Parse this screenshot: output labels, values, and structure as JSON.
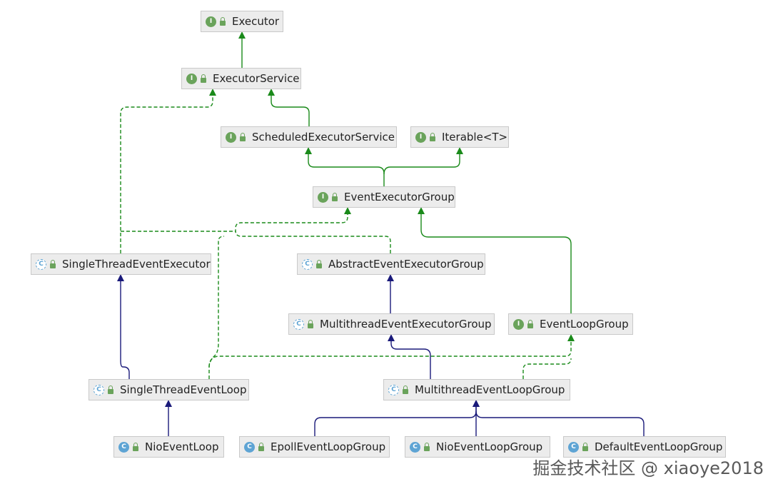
{
  "nodes": {
    "executor": {
      "label": "Executor",
      "kind": "interface"
    },
    "executor_service": {
      "label": "ExecutorService",
      "kind": "interface"
    },
    "scheduled_executor_service": {
      "label": "ScheduledExecutorService",
      "kind": "interface"
    },
    "iterable": {
      "label": "Iterable<T>",
      "kind": "interface"
    },
    "event_executor_group": {
      "label": "EventExecutorGroup",
      "kind": "interface"
    },
    "single_thread_event_executor": {
      "label": "SingleThreadEventExecutor",
      "kind": "abstract"
    },
    "abstract_event_executor_group": {
      "label": "AbstractEventExecutorGroup",
      "kind": "abstract"
    },
    "multithread_event_executor_group": {
      "label": "MultithreadEventExecutorGroup",
      "kind": "abstract"
    },
    "event_loop_group": {
      "label": "EventLoopGroup",
      "kind": "interface"
    },
    "single_thread_event_loop": {
      "label": "SingleThreadEventLoop",
      "kind": "abstract"
    },
    "multithread_event_loop_group": {
      "label": "MultithreadEventLoopGroup",
      "kind": "abstract"
    },
    "nio_event_loop": {
      "label": "NioEventLoop",
      "kind": "class"
    },
    "epoll_event_loop_group": {
      "label": "EpollEventLoopGroup",
      "kind": "class"
    },
    "nio_event_loop_group": {
      "label": "NioEventLoopGroup",
      "kind": "class"
    },
    "default_event_loop_group": {
      "label": "DefaultEventLoopGroup",
      "kind": "class"
    }
  },
  "badge_letters": {
    "interface": "I",
    "class": "C",
    "abstract": "C"
  },
  "colors": {
    "interface_edge": "#1a8a1a",
    "class_edge": "#1a1a7a",
    "node_bg": "#ececec",
    "node_border": "#c9c9c9"
  },
  "edges": [
    {
      "from": "executor_service",
      "to": "executor",
      "type": "extends-interface"
    },
    {
      "from": "scheduled_executor_service",
      "to": "executor_service",
      "type": "extends-interface"
    },
    {
      "from": "event_executor_group",
      "to": "scheduled_executor_service",
      "type": "extends-interface"
    },
    {
      "from": "event_executor_group",
      "to": "iterable",
      "type": "extends-interface"
    },
    {
      "from": "single_thread_event_executor",
      "to": "executor_service",
      "type": "implements"
    },
    {
      "from": "abstract_event_executor_group",
      "to": "event_executor_group",
      "type": "implements"
    },
    {
      "from": "single_thread_event_loop",
      "to": "event_executor_group",
      "type": "implements"
    },
    {
      "from": "event_loop_group",
      "to": "event_executor_group",
      "type": "extends-interface"
    },
    {
      "from": "multithread_event_executor_group",
      "to": "abstract_event_executor_group",
      "type": "extends-class"
    },
    {
      "from": "single_thread_event_loop",
      "to": "single_thread_event_executor",
      "type": "extends-class"
    },
    {
      "from": "multithread_event_loop_group",
      "to": "multithread_event_executor_group",
      "type": "extends-class"
    },
    {
      "from": "single_thread_event_loop",
      "to": "event_loop_group",
      "type": "implements"
    },
    {
      "from": "multithread_event_loop_group",
      "to": "event_loop_group",
      "type": "implements"
    },
    {
      "from": "nio_event_loop",
      "to": "single_thread_event_loop",
      "type": "extends-class"
    },
    {
      "from": "epoll_event_loop_group",
      "to": "multithread_event_loop_group",
      "type": "extends-class"
    },
    {
      "from": "nio_event_loop_group",
      "to": "multithread_event_loop_group",
      "type": "extends-class"
    },
    {
      "from": "default_event_loop_group",
      "to": "multithread_event_loop_group",
      "type": "extends-class"
    }
  ],
  "watermark": "掘金技术社区 @ xiaoye2018"
}
